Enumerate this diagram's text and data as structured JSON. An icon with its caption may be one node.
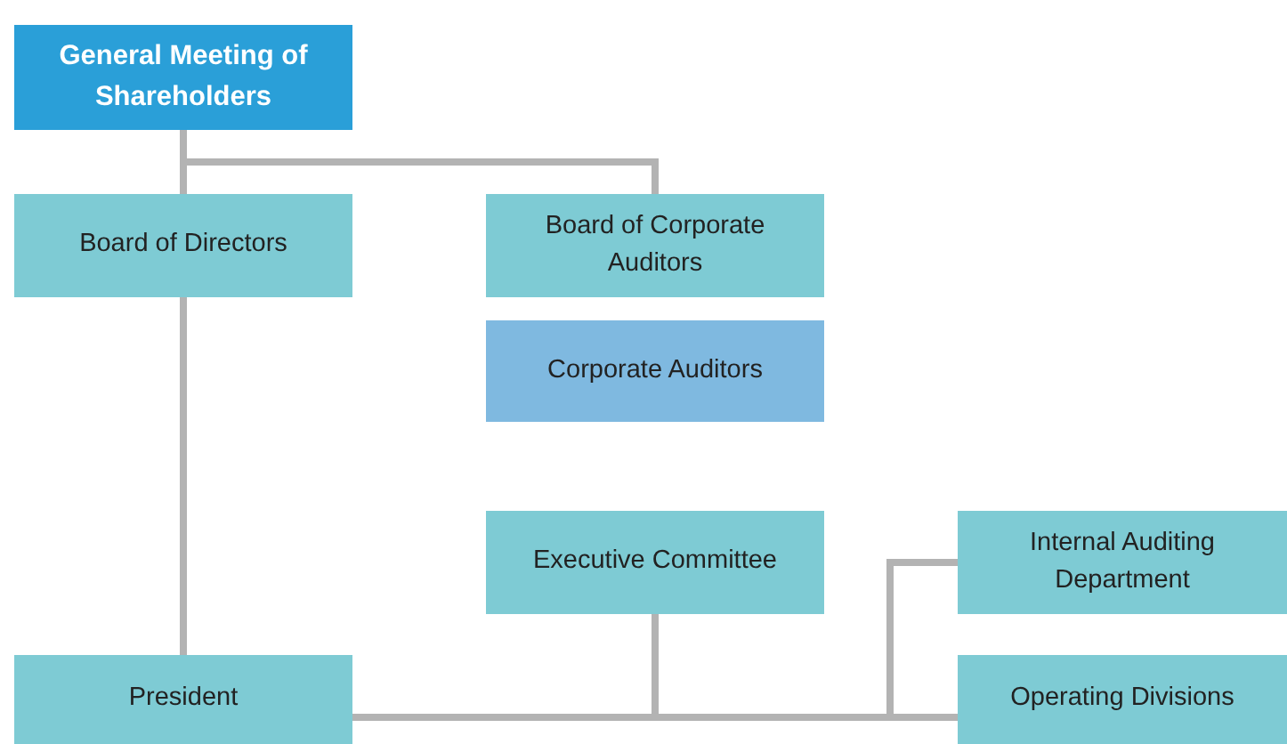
{
  "diagram": {
    "nodes": [
      {
        "text": [
          "General Meeting of Shareholders"
        ]
      },
      {
        "text": [
          "Board of Directors"
        ]
      },
      {
        "text": [
          "Board of Corporate Auditors"
        ]
      },
      {
        "text": [
          "Corporate Auditors"
        ]
      },
      {
        "text": [
          "Executive Committee"
        ]
      },
      {
        "text": [
          "Internal Auditing Department"
        ]
      },
      {
        "text": [
          "President"
        ]
      },
      {
        "text": [
          "Operating Divisions"
        ]
      }
    ],
    "edges": [
      {
        "from": 0,
        "to": 1,
        "arrow": "none"
      },
      {
        "from": 0,
        "to": 2,
        "arrow": "none"
      },
      {
        "from": 1,
        "to": 6,
        "arrow": "none"
      },
      {
        "from": 6,
        "to": 4,
        "arrow": "none"
      },
      {
        "from": 6,
        "to": 5,
        "arrow": "none"
      },
      {
        "from": 6,
        "to": 7,
        "arrow": "none"
      }
    ]
  }
}
